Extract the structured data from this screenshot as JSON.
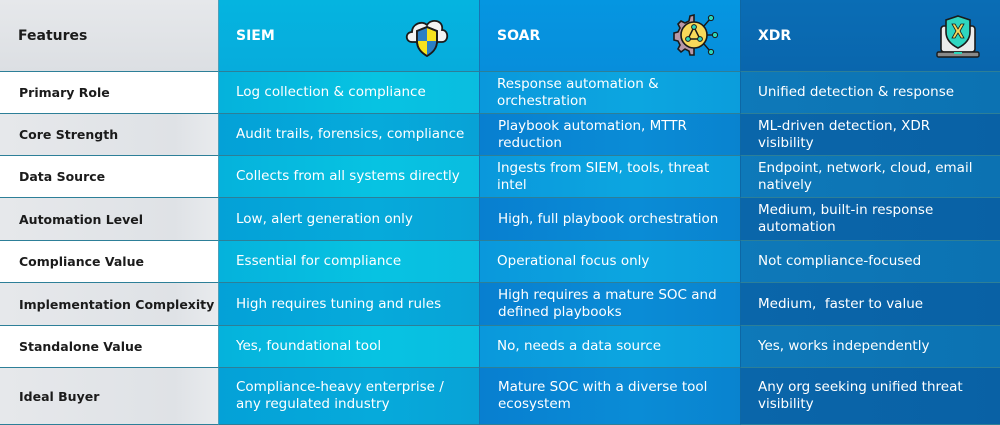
{
  "table": {
    "header": {
      "features": "Features",
      "columns": [
        {
          "key": "siem",
          "label": "SIEM",
          "icon": "cloud-shield-icon",
          "color": "#05b4e0"
        },
        {
          "key": "soar",
          "label": "SOAR",
          "icon": "gear-network-icon",
          "color": "#0596e1"
        },
        {
          "key": "xdr",
          "label": "XDR",
          "icon": "laptop-shield-x-icon",
          "color": "#0a6db5"
        }
      ]
    },
    "rows": [
      {
        "feature": "Primary Role",
        "siem": "Log collection & compliance",
        "soar": "Response automation & orchestration",
        "xdr": "Unified detection & response"
      },
      {
        "feature": "Core Strength",
        "siem": "Audit trails, forensics, compliance",
        "soar": "Playbook automation, MTTR reduction",
        "xdr": "ML-driven detection, XDR visibility"
      },
      {
        "feature": "Data Source",
        "siem": "Collects from all systems directly",
        "soar": "Ingests from SIEM, tools, threat intel",
        "xdr": "Endpoint, network, cloud, email natively"
      },
      {
        "feature": "Automation Level",
        "siem": "Low, alert generation only",
        "soar": "High, full playbook orchestration",
        "xdr": "Medium, built-in response automation"
      },
      {
        "feature": "Compliance Value",
        "siem": "Essential for compliance",
        "soar": "Operational focus only",
        "xdr": "Not compliance-focused"
      },
      {
        "feature": "Implementation Complexity",
        "siem": "High requires tuning and rules",
        "soar": "High requires a mature SOC and defined playbooks",
        "xdr": "Medium,  faster to value"
      },
      {
        "feature": "Standalone Value",
        "siem": "Yes, foundational tool",
        "soar": "No, needs a data source",
        "xdr": "Yes, works independently"
      },
      {
        "feature": "Ideal Buyer",
        "siem": "Compliance-heavy enterprise / any regulated industry",
        "soar": "Mature SOC with a diverse tool ecosystem",
        "xdr": "Any org seeking unified threat visibility"
      }
    ]
  }
}
